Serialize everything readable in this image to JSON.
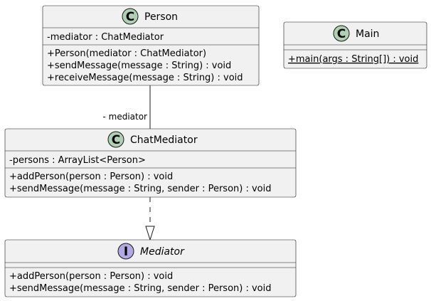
{
  "classes": {
    "person": {
      "badge": "C",
      "badge_color": "#add1b2",
      "name": "Person",
      "fields": [
        "-mediator : ChatMediator"
      ],
      "methods": [
        "+Person(mediator : ChatMediator)",
        "+sendMessage(message : String) : void",
        "+receiveMessage(message : String) : void"
      ]
    },
    "main": {
      "badge": "C",
      "badge_color": "#add1b2",
      "name": "Main",
      "fields": [],
      "methods": [
        "+main(args : String[]) : void"
      ]
    },
    "chat_mediator": {
      "badge": "C",
      "badge_color": "#add1b2",
      "name": "ChatMediator",
      "fields": [
        "-persons : ArrayList<Person>"
      ],
      "methods": [
        "+addPerson(person : Person) : void",
        "+sendMessage(message : String, sender : Person) : void"
      ]
    },
    "mediator": {
      "badge": "I",
      "badge_color": "#b4a7e5",
      "name": "Mediator",
      "fields": [],
      "methods": [
        "+addPerson(person : Person) : void",
        "+sendMessage(message : String, sender : Person) : void"
      ]
    }
  },
  "relations": {
    "person_chatmediator_label": "- mediator"
  }
}
